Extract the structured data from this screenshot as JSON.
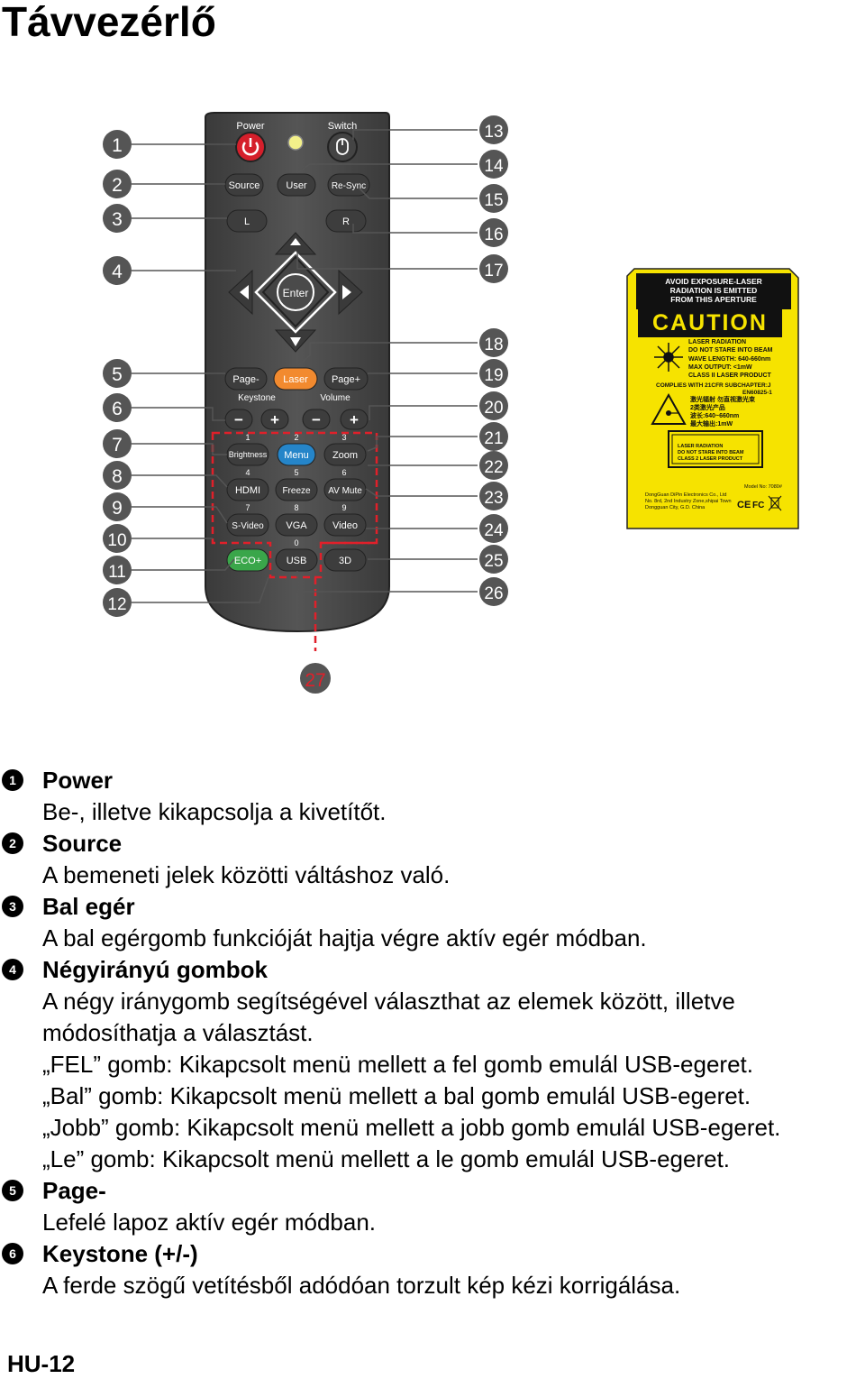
{
  "page": {
    "title": "Távvezérlő",
    "page_number": "HU-12"
  },
  "remote": {
    "top_labels": {
      "power": "Power",
      "switch": "Switch"
    },
    "buttons": {
      "source": "Source",
      "user": "User",
      "resync": "Re-Sync",
      "left": "L",
      "right": "R",
      "enter": "Enter",
      "page_down": "Page-",
      "laser": "Laser",
      "page_up": "Page+",
      "keystone": "Keystone",
      "volume": "Volume",
      "minus": "−",
      "plus": "+",
      "brightness": "Brightness",
      "menu": "Menu",
      "zoom": "Zoom",
      "hdmi": "HDMI",
      "freeze": "Freeze",
      "av_mute": "AV Mute",
      "svideo": "S-Video",
      "vga": "VGA",
      "video": "Video",
      "eco": "ECO+",
      "usb": "USB",
      "threed": "3D"
    },
    "digits": {
      "d1": "1",
      "d2": "2",
      "d3": "3",
      "d4": "4",
      "d5": "5",
      "d6": "6",
      "d7": "7",
      "d8": "8",
      "d9": "9",
      "d0": "0"
    }
  },
  "callouts_left": [
    "1",
    "2",
    "3",
    "4",
    "5",
    "6",
    "7",
    "8",
    "9",
    "10",
    "11",
    "12"
  ],
  "callouts_right": [
    "13",
    "14",
    "15",
    "16",
    "17",
    "18",
    "19",
    "20",
    "21",
    "22",
    "23",
    "24",
    "25",
    "26"
  ],
  "callout_bottom": "27",
  "caution_label": {
    "header": [
      "AVOID EXPOSURE-LASER",
      "RADIATION IS EMITTED",
      "FROM THIS APERTURE"
    ],
    "caution": "CAUTION",
    "lines1": [
      "LASER RADIATION",
      "DO NOT STARE INTO BEAM",
      "WAVE LENGTH: 640-660nm",
      "MAX OUTPUT: <1mW",
      "CLASS II  LASER PRODUCT"
    ],
    "complies": "COMPLIES WITH  21CFR SUBCHAPTER:J",
    "en": "EN60825-1",
    "cn": [
      "激光辐射 勿直视激光束",
      "2类激光产品",
      "波长:640~660nm",
      "最大输出:1mW"
    ],
    "box": [
      "LASER RADIATION",
      "DO NOT STARE INTO BEAM",
      "CLASS 2 LASER PRODUCT"
    ],
    "model": "Model No: 7080#",
    "maker": [
      "DongGuan DiPin Electronics Co., Ltd",
      "No. 8rd, 2nd Industry Zone,shipai Town",
      "Dongguan City, G.D. China"
    ],
    "marks": [
      "CE",
      "FC"
    ]
  },
  "items": [
    {
      "n": "1",
      "title": "Power",
      "lines": [
        "Be-, illetve kikapcsolja a kivetítőt."
      ]
    },
    {
      "n": "2",
      "title": "Source",
      "lines": [
        "A bemeneti jelek közötti váltáshoz való."
      ]
    },
    {
      "n": "3",
      "title": "Bal egér",
      "lines": [
        "A bal egérgomb funkcióját hajtja végre aktív egér módban."
      ]
    },
    {
      "n": "4",
      "title": "Négyirányú gombok",
      "lines": [
        "A négy iránygomb segítségével választhat az elemek között, illetve",
        "módosíthatja a választást.",
        "„FEL” gomb: Kikapcsolt menü mellett a fel gomb emulál USB-egeret.",
        "„Bal” gomb: Kikapcsolt menü mellett a bal gomb emulál USB-egeret.",
        "„Jobb” gomb: Kikapcsolt menü mellett a jobb gomb emulál USB-egeret.",
        "„Le” gomb: Kikapcsolt menü mellett a le gomb emulál USB-egeret."
      ]
    },
    {
      "n": "5",
      "title": "Page-",
      "lines": [
        "Lefelé lapoz aktív egér módban."
      ]
    },
    {
      "n": "6",
      "title": "Keystone (+/-)",
      "lines": [
        "A ferde szögű vetítésből adódóan torzult kép kézi korrigálása."
      ]
    }
  ]
}
